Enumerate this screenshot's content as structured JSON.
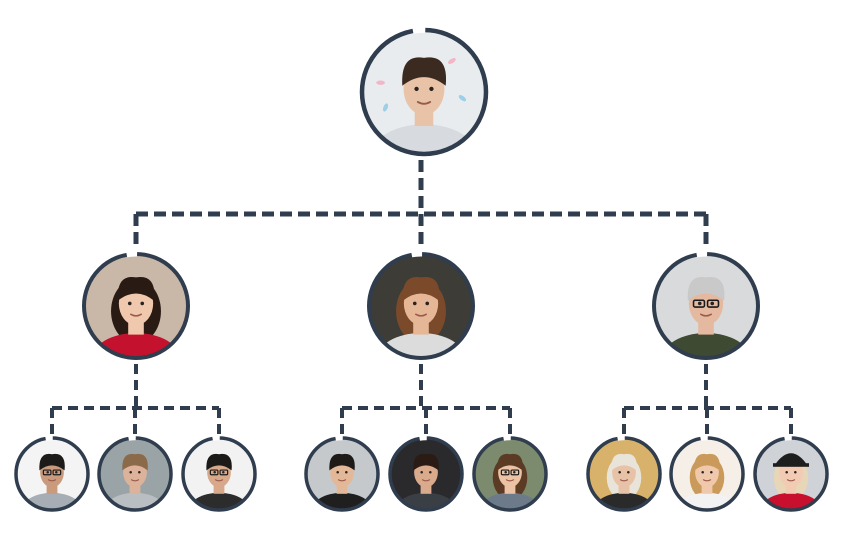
{
  "colors": {
    "ring": "#2f3d4e",
    "connector": "#2f3d4e",
    "background": "#ffffff"
  },
  "tree": {
    "id": "root",
    "avatar": {
      "bg": "#e9ecef",
      "skin": "#e8c3a8",
      "hair": "#3b2a20",
      "shirt": "#d7dbe0",
      "glasses": false,
      "hat": false,
      "confetti": true
    },
    "children": [
      {
        "id": "manager-1",
        "avatar": {
          "bg": "#c9b8a8",
          "skin": "#f0c8ae",
          "hair": "#2a1a14",
          "shirt": "#c4122e",
          "glasses": false,
          "hat": false,
          "longHair": true
        },
        "children": [
          {
            "id": "staff-1-1",
            "avatar": {
              "bg": "#f4f4f4",
              "skin": "#c99a7c",
              "hair": "#1d1b1a",
              "shirt": "#a7adb5",
              "glasses": true,
              "hat": false
            }
          },
          {
            "id": "staff-1-2",
            "avatar": {
              "bg": "#9aa3a6",
              "skin": "#dcb39a",
              "hair": "#8a6a48",
              "shirt": "#b9bec2",
              "glasses": false,
              "hat": false
            }
          },
          {
            "id": "staff-1-3",
            "avatar": {
              "bg": "#f2f2f2",
              "skin": "#d7a889",
              "hair": "#1c1a19",
              "shirt": "#2c2c2c",
              "glasses": true,
              "hat": false
            }
          }
        ]
      },
      {
        "id": "manager-2",
        "avatar": {
          "bg": "#3d3c37",
          "skin": "#e6b796",
          "hair": "#7a4a2a",
          "shirt": "#dcdcdc",
          "glasses": false,
          "hat": false,
          "longHair": true
        },
        "children": [
          {
            "id": "staff-2-1",
            "avatar": {
              "bg": "#c6c9cc",
              "skin": "#e3b898",
              "hair": "#1e1a18",
              "shirt": "#1f1f20",
              "glasses": false,
              "hat": false
            }
          },
          {
            "id": "staff-2-2",
            "avatar": {
              "bg": "#2a2a2c",
              "skin": "#d9ab8c",
              "hair": "#2a1c15",
              "shirt": "#3a3f45",
              "glasses": false,
              "hat": false
            }
          },
          {
            "id": "staff-2-3",
            "avatar": {
              "bg": "#7c8a6e",
              "skin": "#ebc3a4",
              "hair": "#5c3b24",
              "shirt": "#6c7a8a",
              "glasses": true,
              "hat": false,
              "longHair": true
            }
          }
        ]
      },
      {
        "id": "manager-3",
        "avatar": {
          "bg": "#d8dadc",
          "skin": "#e4b99f",
          "hair": "#c9c9c9",
          "shirt": "#3e4a32",
          "glasses": true,
          "hat": false
        },
        "children": [
          {
            "id": "staff-3-1",
            "avatar": {
              "bg": "#d8b26a",
              "skin": "#e8c2a6",
              "hair": "#e9e4da",
              "shirt": "#2a2a2a",
              "glasses": false,
              "hat": false,
              "longHair": true
            }
          },
          {
            "id": "staff-3-2",
            "avatar": {
              "bg": "#f6efe8",
              "skin": "#f0c9ad",
              "hair": "#c99a5a",
              "shirt": "#f2f2f2",
              "glasses": false,
              "hat": false,
              "longHair": true
            }
          },
          {
            "id": "staff-3-3",
            "avatar": {
              "bg": "#cfd2d6",
              "skin": "#f1cbb3",
              "hair": "#e8d6b8",
              "shirt": "#c8102e",
              "glasses": false,
              "hat": true,
              "longHair": true
            }
          }
        ]
      }
    ]
  }
}
